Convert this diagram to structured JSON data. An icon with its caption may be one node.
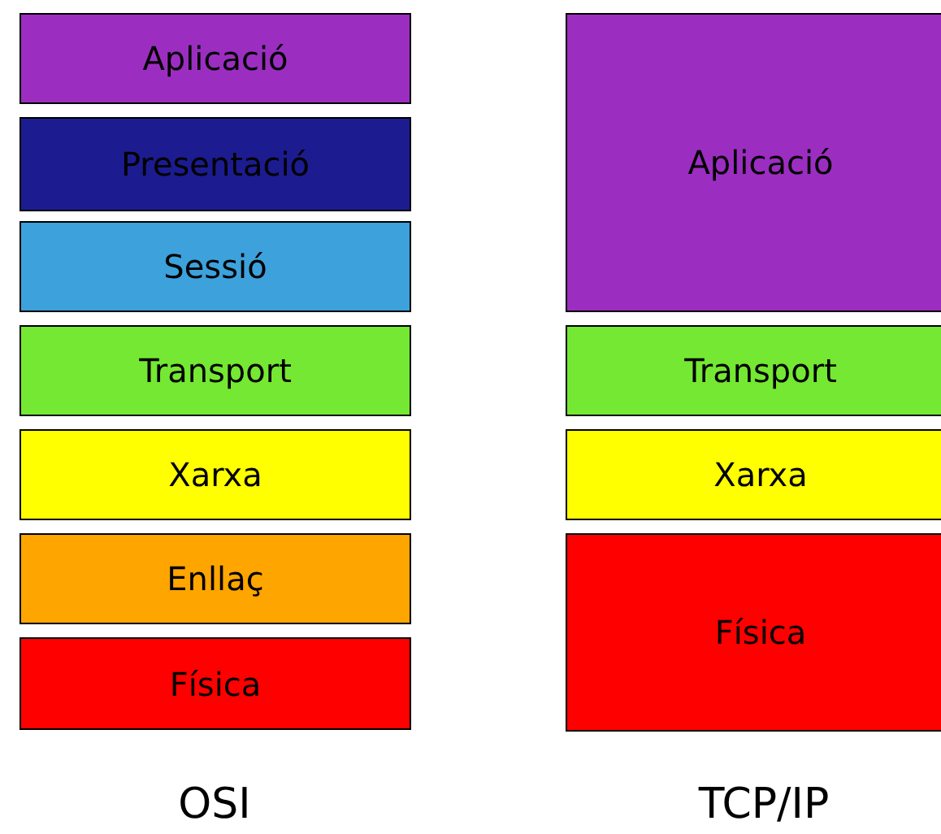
{
  "diagram": {
    "nodes": [
      {
        "text": [
          "Aplicació"
        ]
      },
      {
        "text": [
          "Presentació"
        ]
      },
      {
        "text": [
          "Sessió"
        ]
      },
      {
        "text": [
          "Transport"
        ]
      },
      {
        "text": [
          "Xarxa"
        ]
      },
      {
        "text": [
          "Enllaç"
        ]
      },
      {
        "text": [
          "Física"
        ]
      },
      {
        "text": [
          "Aplicació"
        ]
      },
      {
        "text": [
          "Transport"
        ]
      },
      {
        "text": [
          "Xarxa"
        ]
      },
      {
        "text": [
          "Física"
        ]
      }
    ],
    "edges": [],
    "labels": [
      "OSI",
      "TCP/IP"
    ]
  }
}
